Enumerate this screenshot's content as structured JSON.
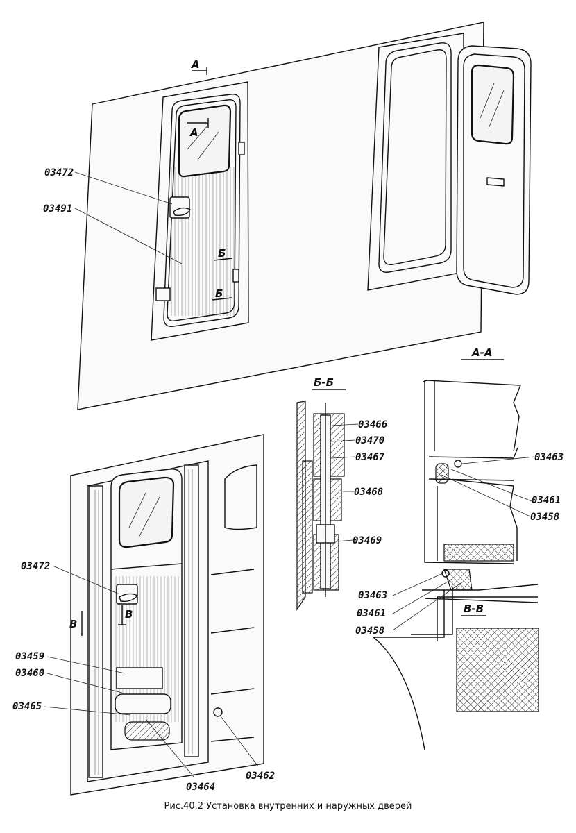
{
  "figure": {
    "caption": "Рис.40.2 Установка внутренних и наружных дверей",
    "section_labels": {
      "a_a": "А-А",
      "b_b": "Б-Б",
      "v_v": "В-В",
      "a_mark": "А",
      "b_mark": "Б",
      "v_mark": "В"
    },
    "callouts": {
      "p03472": "03472",
      "p03491": "03491",
      "p03466": "03466",
      "p03470": "03470",
      "p03467": "03467",
      "p03468": "03468",
      "p03469": "03469",
      "p03463": "03463",
      "p03461": "03461",
      "p03458": "03458",
      "p03459": "03459",
      "p03460": "03460",
      "p03465": "03465",
      "p03464": "03464",
      "p03462": "03462"
    }
  }
}
